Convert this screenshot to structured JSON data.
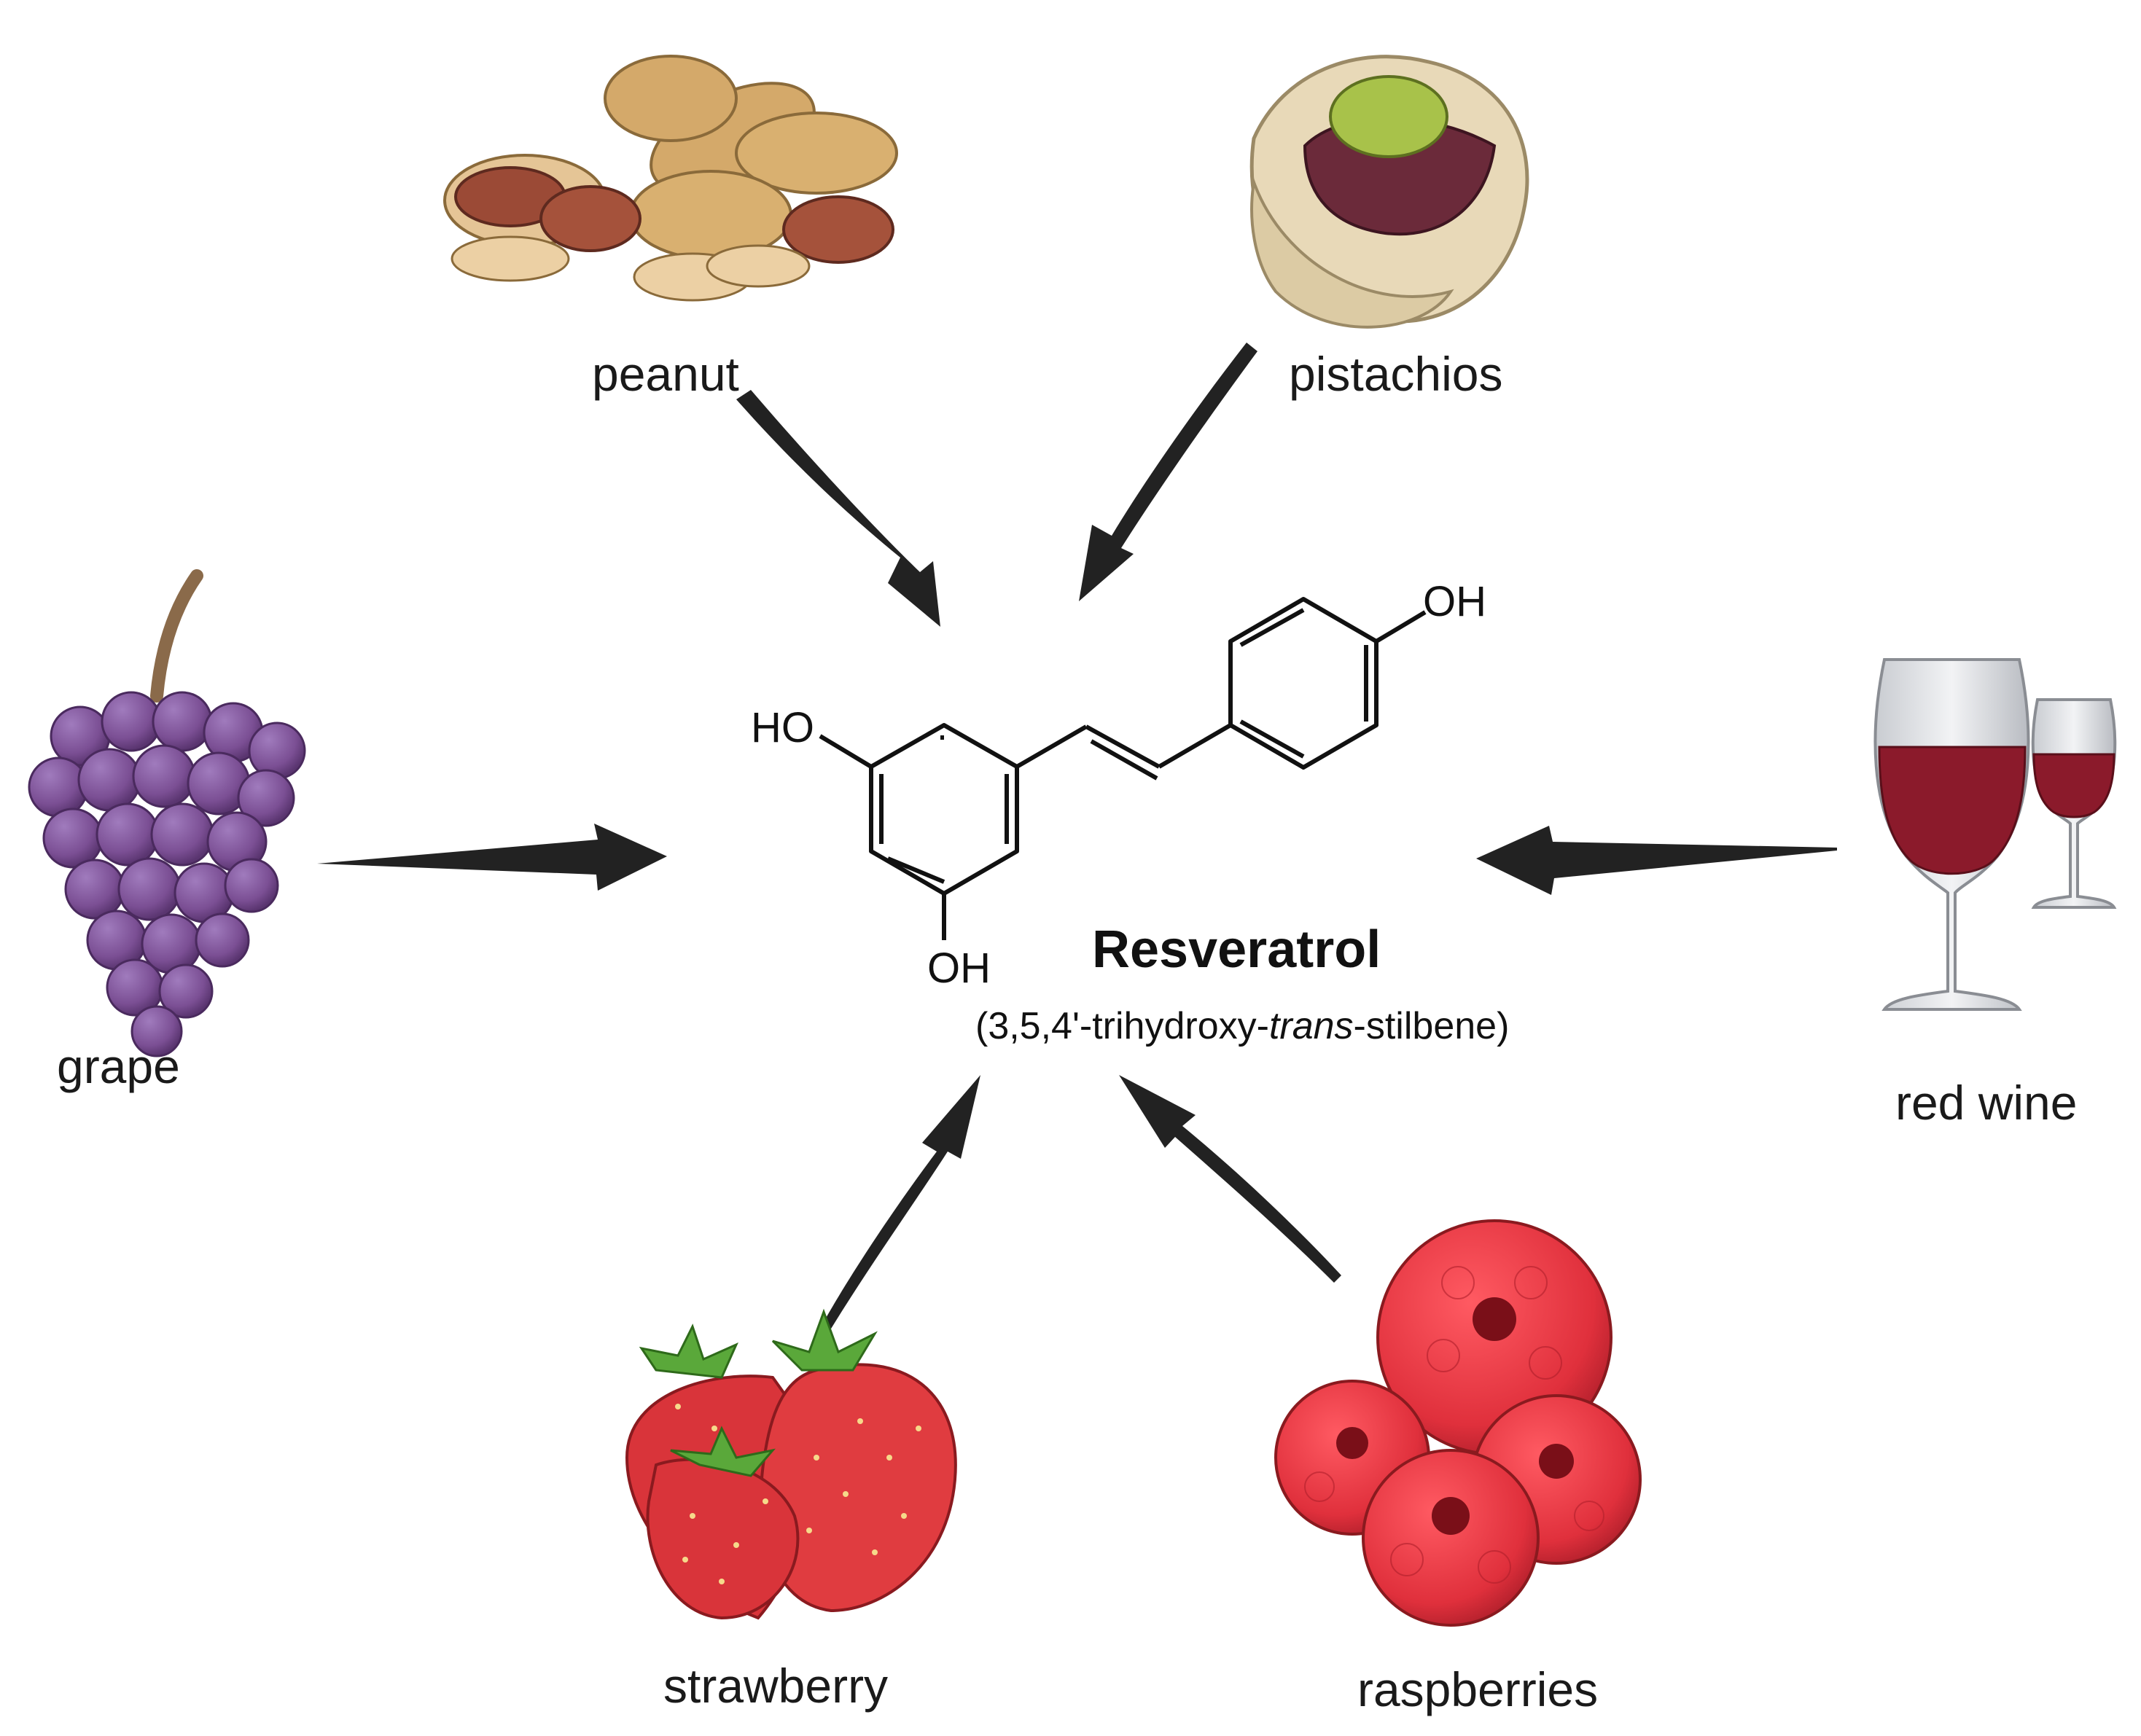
{
  "molecule": {
    "name": "Resveratrol",
    "iupac_prefix": "(3,5,4'-trihydroxy-",
    "iupac_italic": "trans",
    "iupac_suffix": "-stilbene)",
    "oh_top": "OH",
    "oh_left": "HO",
    "oh_bottom": "OH"
  },
  "sources": {
    "peanut": "peanut",
    "pistachios": "pistachios",
    "grape": "grape",
    "red_wine": "red wine",
    "strawberry": "strawberry",
    "raspberries": "raspberries"
  },
  "colors": {
    "arrow": "#222222",
    "grape": "#7b4f94",
    "wine": "#8b1a2b",
    "strawberry": "#d9343a",
    "raspberry": "#e0303c",
    "peanut": "#d4a96a",
    "pistachio": "#e8d9b8",
    "pistachio_kernel": "#a8c24a"
  }
}
